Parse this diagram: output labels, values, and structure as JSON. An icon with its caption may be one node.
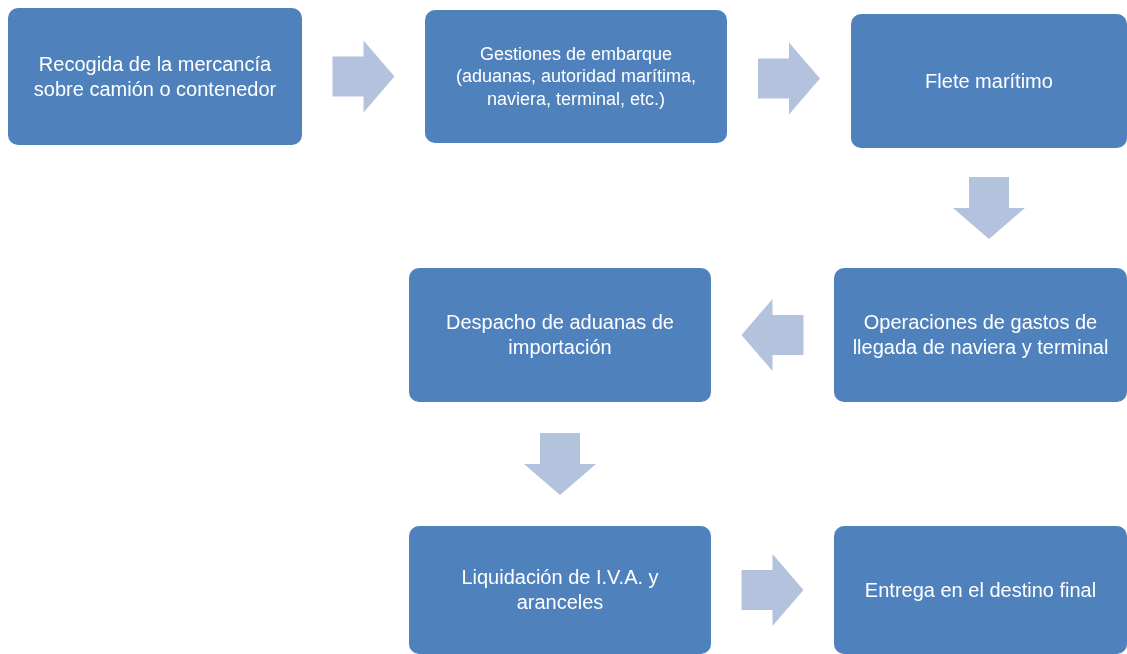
{
  "diagram": {
    "nodes": [
      {
        "text": [
          "Recogida de la mercancía sobre camión o contenedor"
        ]
      },
      {
        "text": [
          "Gestiones de embarque (aduanas, autoridad marítima, naviera, terminal, etc.)"
        ]
      },
      {
        "text": [
          "Flete marítimo"
        ]
      },
      {
        "text": [
          "Operaciones de gastos de llegada de naviera y terminal"
        ]
      },
      {
        "text": [
          "Despacho de aduanas de importación"
        ]
      },
      {
        "text": [
          "Liquidación de I.V.A. y aranceles"
        ]
      },
      {
        "text": [
          "Entrega en el destino final"
        ]
      }
    ],
    "edges": [
      {
        "from": 0,
        "to": 1,
        "arrow": "to"
      },
      {
        "from": 1,
        "to": 2,
        "arrow": "to"
      },
      {
        "from": 2,
        "to": 3,
        "arrow": "to"
      },
      {
        "from": 3,
        "to": 4,
        "arrow": "to"
      },
      {
        "from": 4,
        "to": 5,
        "arrow": "to"
      },
      {
        "from": 5,
        "to": 6,
        "arrow": "to"
      }
    ]
  }
}
